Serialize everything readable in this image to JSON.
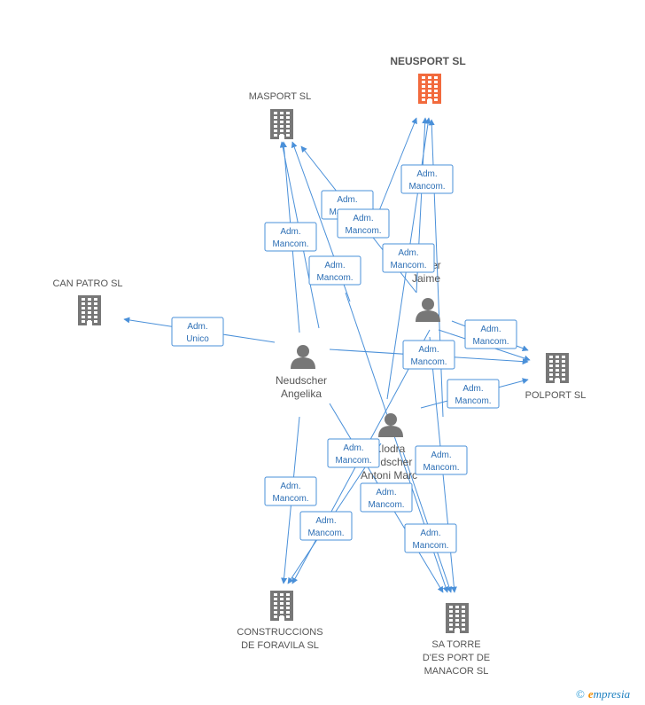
{
  "colors": {
    "edge": "#4a90d9",
    "company": "#777777",
    "focus_company": "#f26a3d",
    "person": "#777777"
  },
  "companies": [
    {
      "id": "neusport",
      "lines": [
        "NEUSPORT SL"
      ],
      "focus": true,
      "icon": "building-icon"
    },
    {
      "id": "masport",
      "lines": [
        "MASPORT SL"
      ],
      "icon": "building-icon"
    },
    {
      "id": "canpatro",
      "lines": [
        "CAN PATRO SL"
      ],
      "icon": "building-icon"
    },
    {
      "id": "polport",
      "lines": [
        "POLPORT SL"
      ],
      "icon": "building-icon"
    },
    {
      "id": "construccions",
      "lines": [
        "CONSTRUCCIONS",
        "DE FORAVILA SL"
      ],
      "icon": "building-icon"
    },
    {
      "id": "satorre",
      "lines": [
        "SA TORRE",
        "D'ES PORT DE",
        "MANACOR SL"
      ],
      "icon": "building-icon"
    }
  ],
  "persons": [
    {
      "id": "angelika",
      "lines": [
        "Neudscher",
        "Angelika"
      ],
      "icon": "person-icon"
    },
    {
      "id": "jaime",
      "lines": [
        "...a",
        "...cher",
        "Jaime"
      ],
      "icon": "person-icon"
    },
    {
      "id": "antoni",
      "lines": [
        "...lodra",
        "...udscher",
        "Antoni Marc"
      ],
      "icon": "person-icon"
    }
  ],
  "edge_labels": [
    {
      "id": "l1",
      "lines": [
        "Adm.",
        "Mancom."
      ]
    },
    {
      "id": "l2",
      "lines": [
        "Adm.",
        "Mancom."
      ]
    },
    {
      "id": "l3",
      "lines": [
        "Adm.",
        "Mancom."
      ]
    },
    {
      "id": "l4",
      "lines": [
        "Adm.",
        "Mancom."
      ]
    },
    {
      "id": "l5",
      "lines": [
        "Adm.",
        "Mancom."
      ]
    },
    {
      "id": "l6",
      "lines": [
        "Adm.",
        "Mancom."
      ]
    },
    {
      "id": "l7",
      "lines": [
        "Adm.",
        "Unico"
      ]
    },
    {
      "id": "l8",
      "lines": [
        "Adm.",
        "Mancom."
      ]
    },
    {
      "id": "l9",
      "lines": [
        "Adm.",
        "Mancom."
      ]
    },
    {
      "id": "l10",
      "lines": [
        "Adm.",
        "Mancom."
      ]
    },
    {
      "id": "l11",
      "lines": [
        "Adm.",
        "Mancom."
      ]
    },
    {
      "id": "l12",
      "lines": [
        "Adm.",
        "Mancom."
      ]
    },
    {
      "id": "l13",
      "lines": [
        "Adm.",
        "Mancom."
      ]
    },
    {
      "id": "l14",
      "lines": [
        "Adm.",
        "Mancom."
      ]
    },
    {
      "id": "l15",
      "lines": [
        "Adm.",
        "Mancom."
      ]
    },
    {
      "id": "l16",
      "lines": [
        "Adm.",
        "Mancom."
      ]
    }
  ],
  "brand": {
    "copyright": "©",
    "initial": "e",
    "rest": "mpresia"
  }
}
